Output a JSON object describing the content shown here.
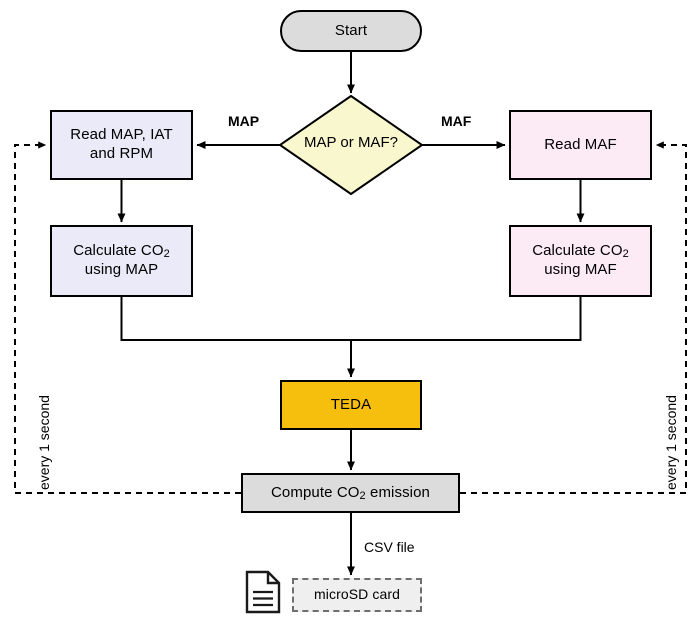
{
  "diagram": {
    "title": "CO2 emission measurement flowchart",
    "nodes": {
      "start": {
        "label": "Start",
        "shape": "terminator",
        "fill": "#dcdcdc"
      },
      "decision": {
        "label": "MAP or MAF?",
        "shape": "diamond",
        "fill": "#f9f7cd"
      },
      "read_map": {
        "line1": "Read MAP, IAT",
        "line2": "and RPM",
        "shape": "process",
        "fill": "#eaeaf8"
      },
      "read_maf": {
        "label": "Read MAF",
        "shape": "process",
        "fill": "#fcebf5"
      },
      "calc_map": {
        "line1_pre": "Calculate CO",
        "line1_sub": "2",
        "line2": "using MAP",
        "shape": "process",
        "fill": "#eaeaf8"
      },
      "calc_maf": {
        "line1_pre": "Calculate CO",
        "line1_sub": "2",
        "line2": "using MAF",
        "shape": "process",
        "fill": "#fcebf5"
      },
      "teda": {
        "label": "TEDA",
        "shape": "process",
        "fill": "#f6bf0d"
      },
      "compute": {
        "pre": "Compute CO",
        "sub": "2",
        "post": " emission",
        "shape": "process",
        "fill": "#dcdcdc"
      },
      "microsd": {
        "label": "microSD card",
        "shape": "dashed-box",
        "fill": "#efefef"
      },
      "doc_icon": {
        "name": "document-icon"
      }
    },
    "edge_labels": {
      "map": "MAP",
      "maf": "MAF",
      "csv": "CSV file",
      "loop_left": "every 1 second",
      "loop_right": "every 1 second"
    },
    "colors": {
      "stroke": "#000000",
      "dashed_stroke": "#000000",
      "microsd_border": "#6e6e6e",
      "teda_fill": "#f6bf0d",
      "diamond_fill": "#f9f7cd",
      "lavender_fill": "#eaeaf8",
      "pink_fill": "#fcebf5",
      "gray_fill": "#dcdcdc"
    }
  }
}
